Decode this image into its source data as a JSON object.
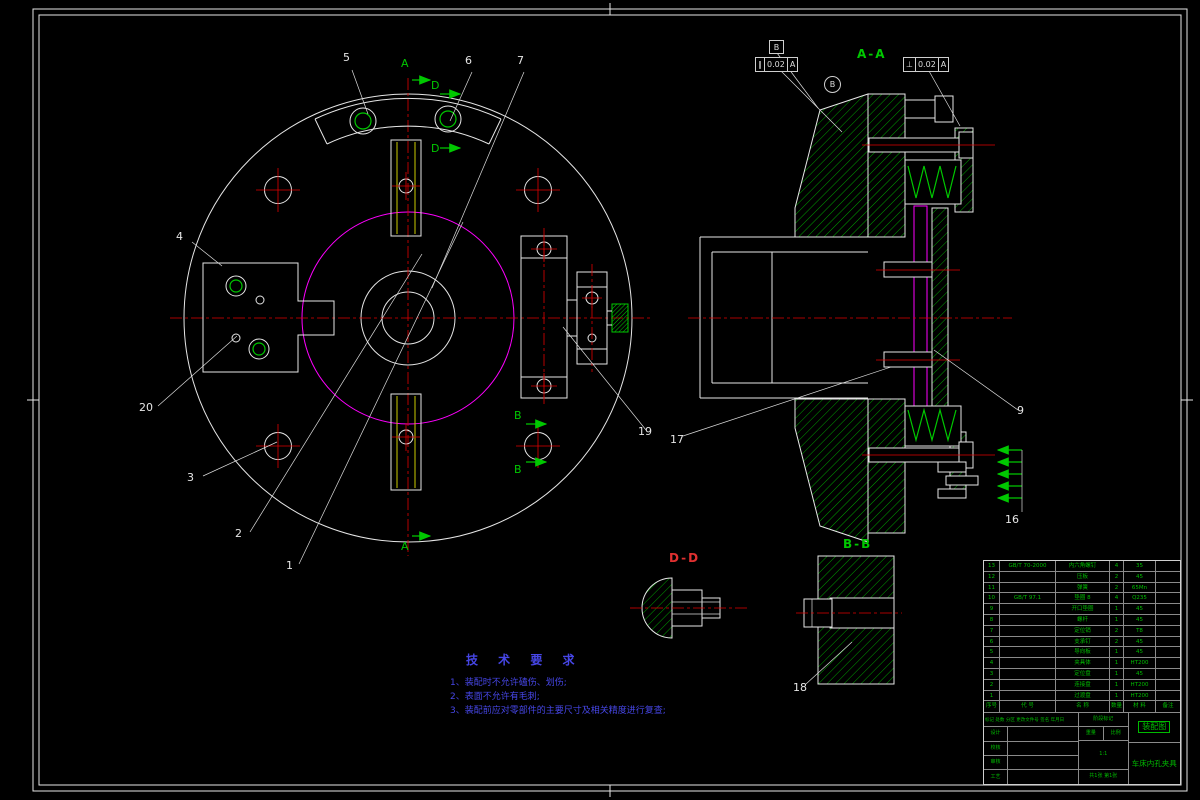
{
  "colors": {
    "background": "#000000",
    "line": "#e6e6e6",
    "centerline": "#e00000",
    "hatch": "#00a000",
    "accent_green": "#00c800",
    "magenta": "#ff00ff",
    "yellow": "#cccc00",
    "tech_text": "#4646e6",
    "titleblock_text": "#00bb00",
    "dd_label": "#e03030"
  },
  "callouts": {
    "c1": "1",
    "c2": "2",
    "c3": "3",
    "c4": "4",
    "c5": "5",
    "c6": "6",
    "c7": "7",
    "c9": "9",
    "c16": "16",
    "c17": "17",
    "c18": "18",
    "c19": "19",
    "c20": "20"
  },
  "sections": {
    "aa": "A-A",
    "bb": "B-B",
    "dd": "D-D",
    "a_top": "A",
    "a_bottom": "A",
    "d_top": "D",
    "d_bottom": "D",
    "b_top": "B",
    "b_bottom": "B"
  },
  "datums": {
    "boxed": "B",
    "circled": "B"
  },
  "tolerances": {
    "left_sym": "∥",
    "left_val": "0.02",
    "left_datum": "A",
    "right_sym": "⊥",
    "right_val": "0.02",
    "right_datum": "A"
  },
  "tech_req": {
    "title": "技 术 要 求",
    "items": [
      "1、装配时不允许磕伤、划伤;",
      "2、表面不允许有毛刺;",
      "3、装配前应对零部件的主要尺寸及相关精度进行复查;"
    ]
  },
  "titleblock": {
    "bom": [
      {
        "seq": "13",
        "code": "GB/T 70-2000",
        "name": "内六角螺钉",
        "qty": "4",
        "mat": "35",
        "note": ""
      },
      {
        "seq": "12",
        "code": "",
        "name": "压板",
        "qty": "2",
        "mat": "45",
        "note": ""
      },
      {
        "seq": "11",
        "code": "",
        "name": "弹簧",
        "qty": "2",
        "mat": "65Mn",
        "note": ""
      },
      {
        "seq": "10",
        "code": "GB/T 97.1",
        "name": "垫圈 8",
        "qty": "4",
        "mat": "Q235",
        "note": ""
      },
      {
        "seq": "9",
        "code": "",
        "name": "开口垫圈",
        "qty": "1",
        "mat": "45",
        "note": ""
      },
      {
        "seq": "8",
        "code": "",
        "name": "螺杆",
        "qty": "1",
        "mat": "45",
        "note": ""
      },
      {
        "seq": "7",
        "code": "",
        "name": "定位销",
        "qty": "2",
        "mat": "T8",
        "note": ""
      },
      {
        "seq": "6",
        "code": "",
        "name": "支承钉",
        "qty": "2",
        "mat": "45",
        "note": ""
      },
      {
        "seq": "5",
        "code": "",
        "name": "导向板",
        "qty": "1",
        "mat": "45",
        "note": ""
      },
      {
        "seq": "4",
        "code": "",
        "name": "夹具体",
        "qty": "1",
        "mat": "HT200",
        "note": ""
      },
      {
        "seq": "3",
        "code": "",
        "name": "定位盘",
        "qty": "1",
        "mat": "45",
        "note": ""
      },
      {
        "seq": "2",
        "code": "",
        "name": "连接盘",
        "qty": "1",
        "mat": "HT200",
        "note": ""
      },
      {
        "seq": "1",
        "code": "",
        "name": "过渡盘",
        "qty": "1",
        "mat": "HT200",
        "note": ""
      }
    ],
    "header": {
      "seq": "序号",
      "code": "代  号",
      "name": "名  称",
      "qty": "数量",
      "mat": "材 料",
      "note": "备注"
    },
    "rev_line": "标记 处数 分区 更改文件号 签名 年月日",
    "sig": [
      "设计",
      "校核",
      "审核",
      "工艺"
    ],
    "stage": "阶段标记",
    "weight": "重量",
    "scale": "比例",
    "scale_val": "1:1",
    "sheets": "共1张 第1张",
    "type_label": "装配图",
    "drawing_name": "车床内孔夹具"
  }
}
